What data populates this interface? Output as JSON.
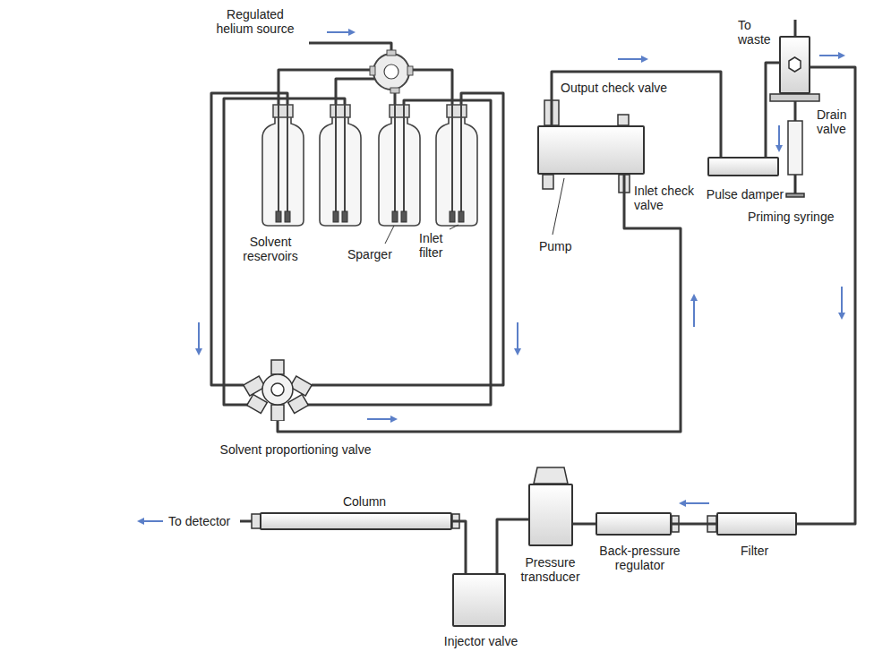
{
  "diagram": {
    "nodes": [
      {
        "text": [
          "Solvent proportioning valve"
        ]
      },
      {
        "text": [
          "Pump"
        ]
      },
      {
        "text": [
          "Pulse damper"
        ]
      },
      {
        "text": [
          "Drain valve"
        ]
      },
      {
        "text": [
          "Filter"
        ]
      },
      {
        "text": [
          "Back-pressure regulator"
        ]
      },
      {
        "text": [
          "Pressure transducer"
        ]
      },
      {
        "text": [
          "Injector valve"
        ]
      },
      {
        "text": [
          "Column"
        ]
      }
    ],
    "edges": [
      {
        "from": 0,
        "to": 1,
        "arrow": "none"
      },
      {
        "from": 1,
        "to": 2,
        "arrow": "none"
      },
      {
        "from": 2,
        "to": 3,
        "arrow": "none"
      },
      {
        "from": 3,
        "to": 4,
        "arrow": "none"
      },
      {
        "from": 4,
        "to": 5,
        "arrow": "none"
      },
      {
        "from": 5,
        "to": 6,
        "arrow": "none"
      },
      {
        "from": 6,
        "to": 7,
        "arrow": "none"
      },
      {
        "from": 7,
        "to": 8,
        "arrow": "none"
      }
    ],
    "labels": [
      "Regulated helium source",
      "Output check valve",
      "Solvent reservoirs",
      "Sparger",
      "Inlet filter",
      "Inlet check valve",
      "To waste",
      "Priming syringe",
      "To detector"
    ]
  }
}
